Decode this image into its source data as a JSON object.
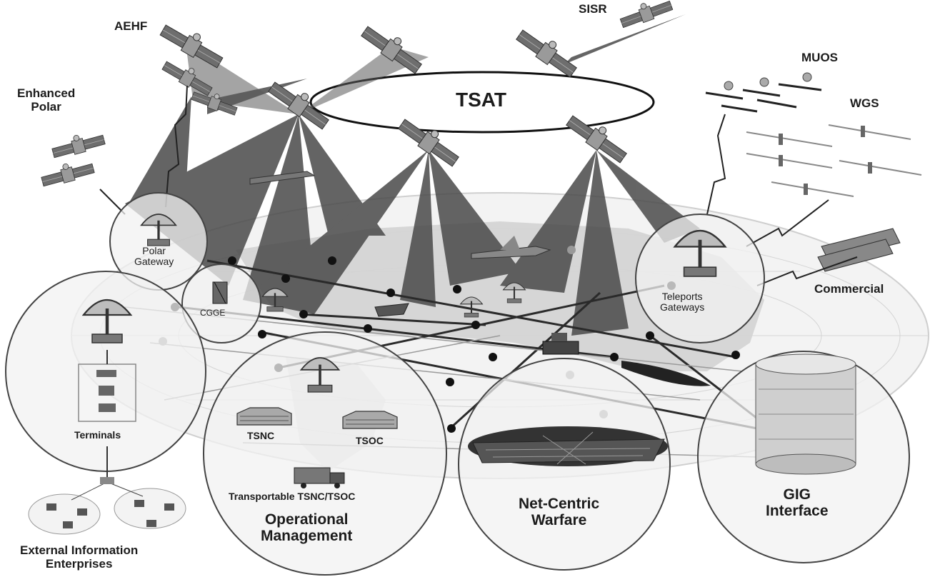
{
  "labels": {
    "tsat": "TSAT",
    "aehf": "AEHF",
    "sisr": "SISR",
    "muos": "MUOS",
    "wgs": "WGS",
    "enhanced_polar": "Enhanced\nPolar",
    "commercial": "Commercial",
    "polar_gateway": "Polar\nGateway",
    "cgge": "CGGE",
    "teleports_gateways": "Teleports\nGateways",
    "terminals": "Terminals",
    "tsnc": "TSNC",
    "tsoc": "TSOC",
    "transportable": "Transportable TSNC/TSOC",
    "operational_management": "Operational\nManagement",
    "net_centric_warfare": "Net-Centric\nWarfare",
    "gig_interface": "GIG\nInterface",
    "external_information_enterprises": "External Information\nEnterprises"
  },
  "colors": {
    "beam": "#4a4a4a",
    "line": "#2a2a2a",
    "node": "#111111",
    "globe": "#e2e2e2",
    "circle_fill": "#f4f4f4"
  },
  "icons": [
    "satellite-icon",
    "dish-antenna-icon",
    "building-icon",
    "truck-icon",
    "computer-icon",
    "ship-icon",
    "aircraft-icon",
    "submarine-icon",
    "database-icon",
    "city-icon"
  ]
}
